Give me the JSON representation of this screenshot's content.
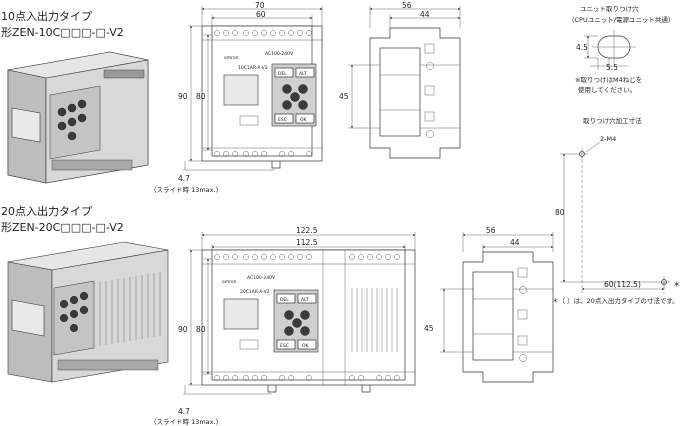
{
  "section_top": {
    "title": "10点入出力タイプ",
    "model": "形ZEN-10C□□□-□-V2"
  },
  "section_bottom": {
    "title": "20点入出力タイプ",
    "model": "形ZEN-20C□□□-□-V2"
  },
  "top_front": {
    "dim_width_outer": "70",
    "dim_width_inner": "60",
    "dim_height_outer": "90",
    "dim_height_inner": "80",
    "dim_slide": "4.7",
    "slide_note": "（スライド時 13max.）",
    "brand": "omron",
    "voltage": "AC100-240V",
    "model_label": "10C1AR-A-V2",
    "key_del": "DEL",
    "key_alt": "ALT",
    "key_esc": "ESC",
    "key_ok": "OK"
  },
  "top_side": {
    "dim_depth": "56",
    "dim_depth_inner": "44",
    "dim_height": "45"
  },
  "bottom_front": {
    "dim_width_outer": "122.5",
    "dim_width_inner": "112.5",
    "dim_height_outer": "90",
    "dim_height_inner": "80",
    "dim_slide": "4.7",
    "slide_note": "（スライド時 13max.）",
    "brand": "omron",
    "voltage": "AC100-240V",
    "model_label": "20C1AR-A-V2",
    "key_del": "DEL",
    "key_alt": "ALT",
    "key_esc": "ESC",
    "key_ok": "OK"
  },
  "bottom_side": {
    "dim_depth": "56",
    "dim_depth_inner": "44",
    "dim_height": "45"
  },
  "mount_hole": {
    "title": "ユニット取りつけ穴",
    "subtitle": "（CPUユニット/電源ユニット共通）",
    "dim_h": "4.5",
    "dim_w": "5.5",
    "note": "※取りつけはM4ねじを\n　使用してください。"
  },
  "panel_cut": {
    "title": "取りつけ穴加工寸法",
    "hole_label": "2-M4",
    "dim_v": "80",
    "dim_h": "60(112.5)",
    "star": "＊",
    "note": "＊（  ）は、20点入出力タイプの寸法です。"
  }
}
